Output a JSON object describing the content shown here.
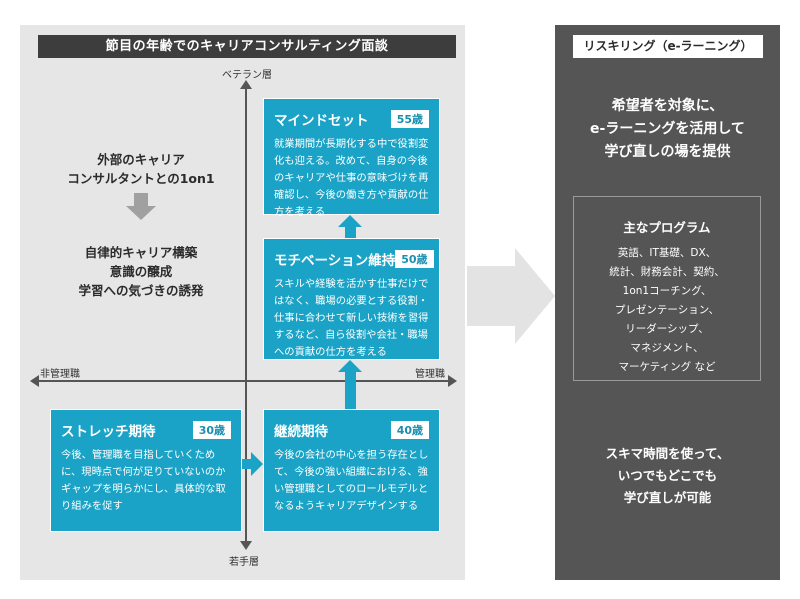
{
  "left_panel": {
    "header": "節目の年齢でのキャリアコンサルティング面談",
    "axis": {
      "top": "ベテラン層",
      "bottom": "若手層",
      "left": "非管理職",
      "right": "管理職"
    },
    "intro_lines": [
      "外部のキャリア",
      "コンサルタントとの1on1"
    ],
    "result_lines": [
      "自律的キャリア構築",
      "意識の醸成",
      "学習への気づきの誘発"
    ],
    "cards": {
      "stretch": {
        "title": "ストレッチ期待",
        "age": "30歳",
        "body": "今後、管理職を目指していくために、現時点で何が足りていないのかギャップを明らかにし、具体的な取り組みを促す"
      },
      "continuation": {
        "title": "継続期待",
        "age": "40歳",
        "body": "今後の会社の中心を担う存在として、今後の強い組織における、強い管理職としてのロールモデルとなるようキャリアデザインする"
      },
      "motivation": {
        "title": "モチベーション維持",
        "age": "50歳",
        "body": "スキルや経験を活かす仕事だけではなく、職場の必要とする役割・仕事に合わせて新しい技術を習得するなど、自ら役割や会社・職場への貢献の仕方を考える"
      },
      "mindset": {
        "title": "マインドセット",
        "age": "55歳",
        "body": "就業期間が長期化する中で役割変化も迎える。改めて、自身の今後のキャリアや仕事の意味づけを再確認し、今後の働き方や貢献の仕方を考える"
      }
    }
  },
  "right_panel": {
    "header": "リスキリング（e-ラーニング）",
    "intro_lines": [
      "希望者を対象に、",
      "e-ラーニングを活用して",
      "学び直しの場を提供"
    ],
    "program_title": "主なプログラム",
    "program_lines": [
      "英語、IT基礎、DX、",
      "統計、財務会計、契約、",
      "1on1コーチング、",
      "プレゼンテーション、",
      "リーダーシップ、",
      "マネジメント、",
      "マーケティング など"
    ],
    "footer_lines": [
      "スキマ時間を使って、",
      "いつでもどこでも",
      "学び直しが可能"
    ]
  },
  "colors": {
    "card": "#1aa3c6",
    "left_bg": "#e6e6e6",
    "right_bg": "#555555",
    "header_dark": "#3d3d3d"
  }
}
